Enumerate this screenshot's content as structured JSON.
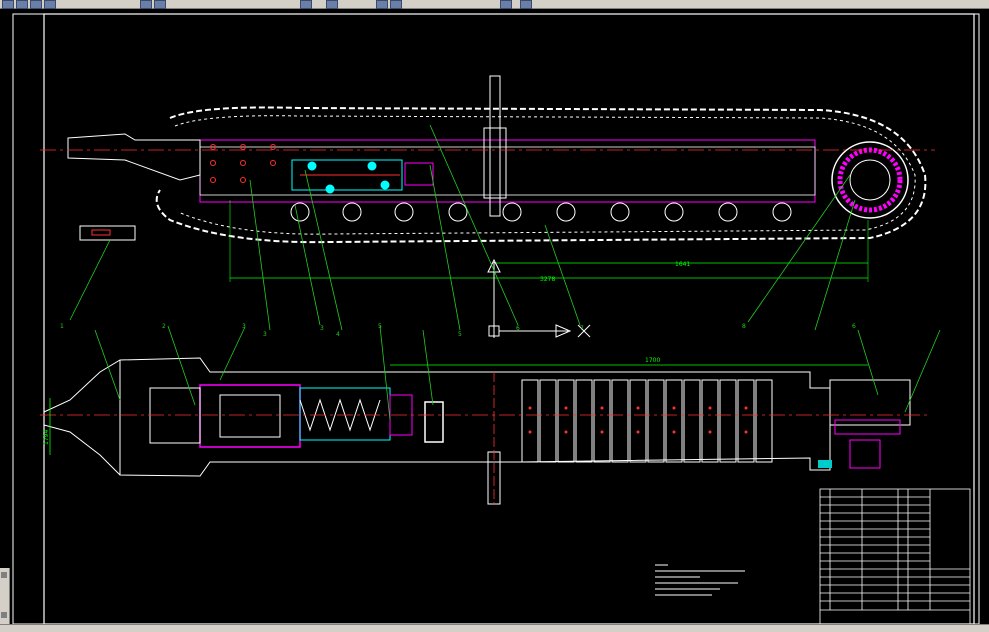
{
  "drawing": {
    "callouts_top": [
      "1",
      "3",
      "3",
      "4",
      "5",
      "6",
      "7",
      "8"
    ],
    "callouts_front": [
      "2",
      "3",
      "5",
      "6"
    ],
    "dimensions": {
      "track_span": "1641",
      "overall": "3278",
      "rear_width": "1700",
      "front_height": "1794"
    }
  },
  "colors": {
    "background": "#000000",
    "track": "#ffffff",
    "leader": "#22cc22",
    "frame": "#ff00ff",
    "hydraulic": "#00ffff",
    "centerline": "#ff3030",
    "dim": "#00ff00",
    "cursor": "#ffffff"
  },
  "toolbar": {
    "icons": [
      "file-icon",
      "open-icon",
      "save-icon",
      "print-icon",
      "undo-icon",
      "redo-icon",
      "zoom-icon",
      "pan-icon",
      "layer-icon",
      "properties-icon",
      "snap-icon",
      "grid-icon"
    ]
  }
}
